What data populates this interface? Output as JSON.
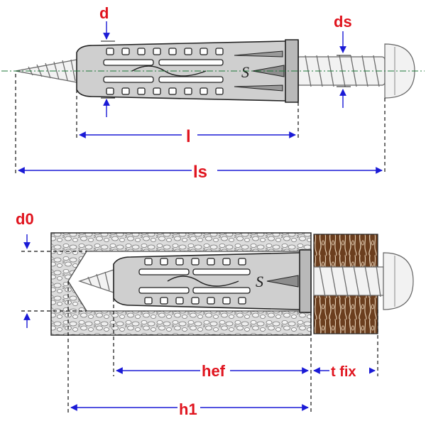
{
  "labels": {
    "d": "d",
    "ds": "ds",
    "l": "l",
    "ls": "ls",
    "d0": "d0",
    "hef": "hef",
    "tfix": "t fix",
    "h1": "h1",
    "plug_mark": "S"
  },
  "colors": {
    "label": "#e0141e",
    "dimension": "#1a1ad6",
    "axis": "#1f7a3a",
    "plug": "#cfcfcf",
    "wood": "#6b3e1e",
    "concrete": "#d9d9d9"
  }
}
